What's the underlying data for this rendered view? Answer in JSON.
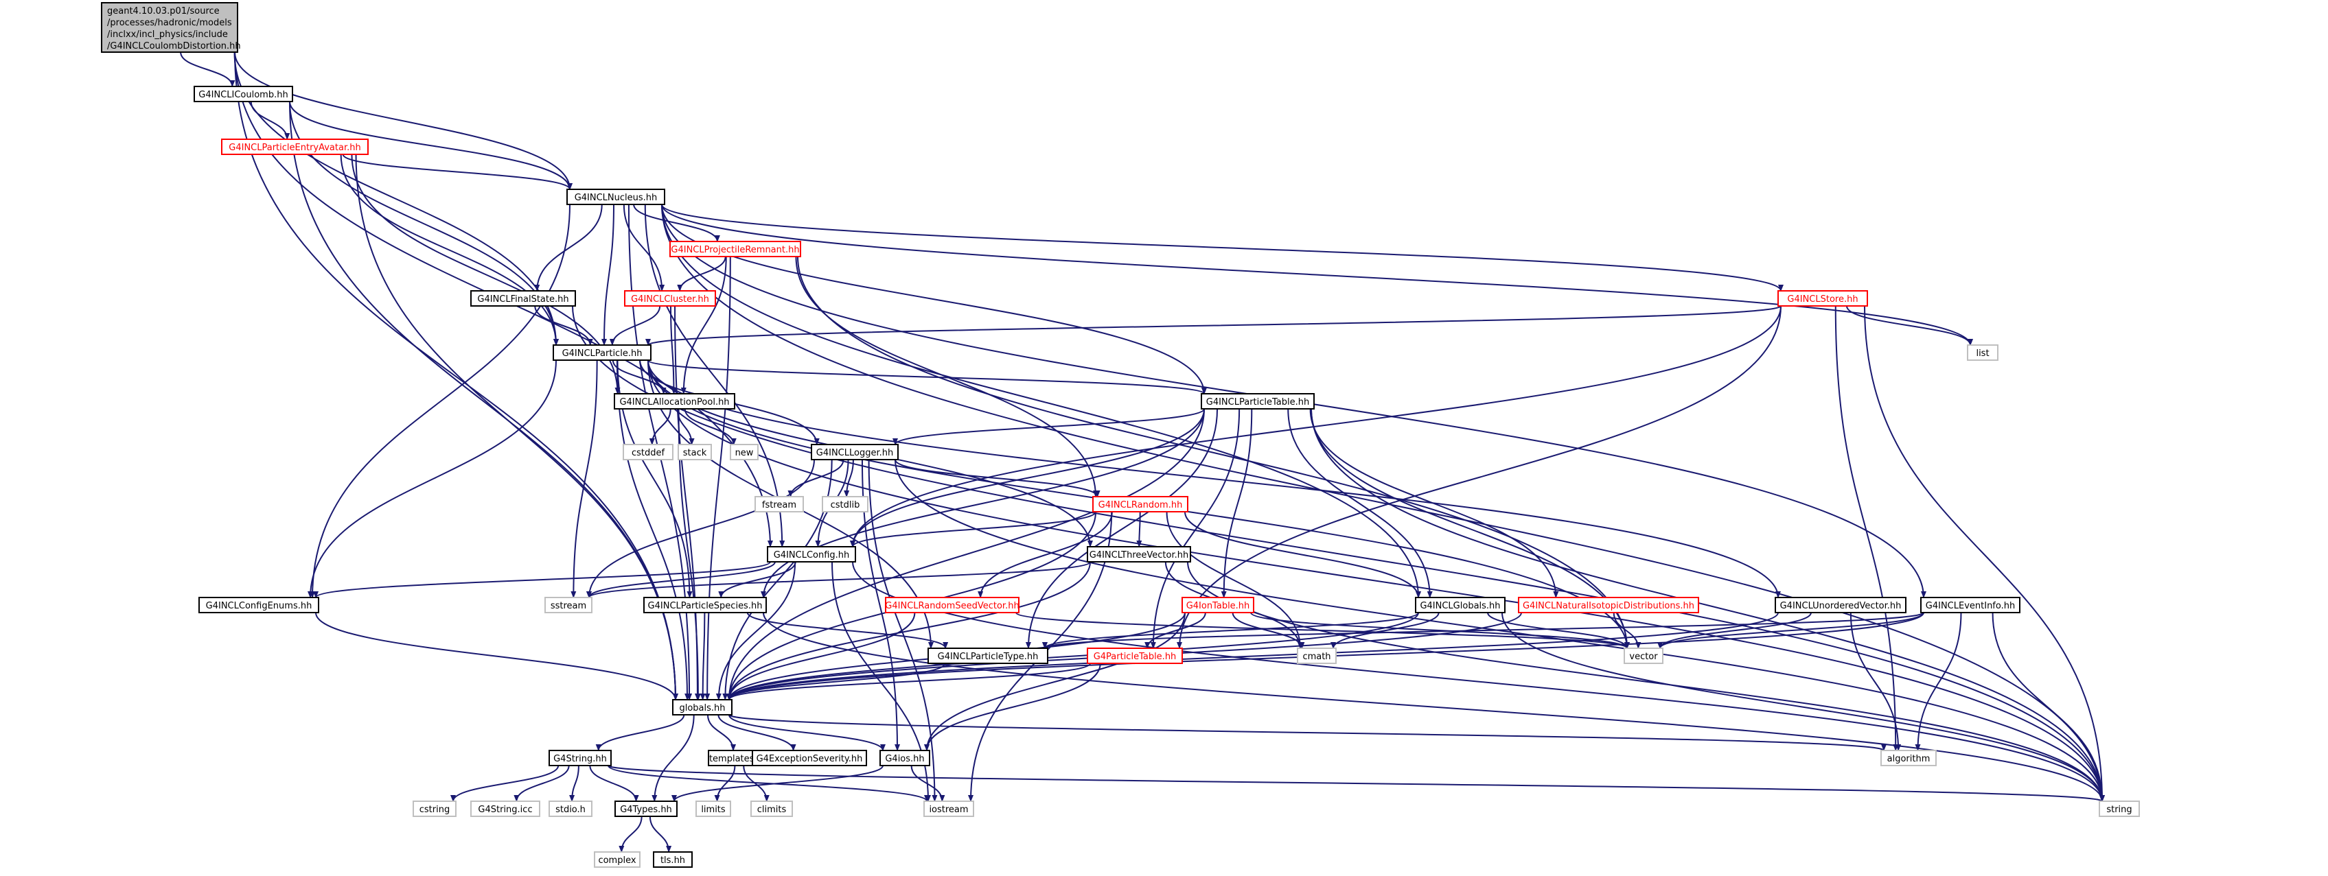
{
  "diagram": {
    "root": {
      "lines": [
        "geant4.10.03.p01/source",
        "/processes/hadronic/models",
        "/inclxx/incl_physics/include",
        "/G4INCLCoulombDistortion.hh"
      ]
    },
    "nodes": [
      {
        "id": "coulomb",
        "label": "G4INCLICoulomb.hh",
        "style": "normal"
      },
      {
        "id": "pea",
        "label": "G4INCLParticleEntryAvatar.hh",
        "style": "red"
      },
      {
        "id": "nucleus",
        "label": "G4INCLNucleus.hh",
        "style": "normal"
      },
      {
        "id": "projrem",
        "label": "G4INCLProjectileRemnant.hh",
        "style": "red"
      },
      {
        "id": "finalstate",
        "label": "G4INCLFinalState.hh",
        "style": "normal"
      },
      {
        "id": "cluster",
        "label": "G4INCLCluster.hh",
        "style": "red"
      },
      {
        "id": "store",
        "label": "G4INCLStore.hh",
        "style": "red"
      },
      {
        "id": "particle",
        "label": "G4INCLParticle.hh",
        "style": "normal"
      },
      {
        "id": "list",
        "label": "list",
        "style": "gray"
      },
      {
        "id": "alloc",
        "label": "G4INCLAllocationPool.hh",
        "style": "normal"
      },
      {
        "id": "ptable",
        "label": "G4INCLParticleTable.hh",
        "style": "normal"
      },
      {
        "id": "cstddef",
        "label": "cstddef",
        "style": "gray"
      },
      {
        "id": "stack",
        "label": "stack",
        "style": "gray"
      },
      {
        "id": "new",
        "label": "new",
        "style": "gray"
      },
      {
        "id": "logger",
        "label": "G4INCLLogger.hh",
        "style": "normal"
      },
      {
        "id": "fstream",
        "label": "fstream",
        "style": "gray"
      },
      {
        "id": "cstdlib",
        "label": "cstdlib",
        "style": "gray"
      },
      {
        "id": "random",
        "label": "G4INCLRandom.hh",
        "style": "red"
      },
      {
        "id": "config",
        "label": "G4INCLConfig.hh",
        "style": "normal"
      },
      {
        "id": "threevec",
        "label": "G4INCLThreeVector.hh",
        "style": "normal"
      },
      {
        "id": "sstream",
        "label": "sstream",
        "style": "gray"
      },
      {
        "id": "configenums",
        "label": "G4INCLConfigEnums.hh",
        "style": "normal"
      },
      {
        "id": "pspecies",
        "label": "G4INCLParticleSpecies.hh",
        "style": "normal"
      },
      {
        "id": "seedvec",
        "label": "G4INCLRandomSeedVector.hh",
        "style": "red"
      },
      {
        "id": "iontable",
        "label": "G4IonTable.hh",
        "style": "red"
      },
      {
        "id": "globals",
        "label": "G4INCLGlobals.hh",
        "style": "normal"
      },
      {
        "id": "natiso",
        "label": "G4INCLNaturalIsotopicDistributions.hh",
        "style": "red"
      },
      {
        "id": "unordered",
        "label": "G4INCLUnorderedVector.hh",
        "style": "normal"
      },
      {
        "id": "eventinfo",
        "label": "G4INCLEventInfo.hh",
        "style": "normal"
      },
      {
        "id": "ptype",
        "label": "G4INCLParticleType.hh",
        "style": "normal"
      },
      {
        "id": "g4ptable",
        "label": "G4ParticleTable.hh",
        "style": "red"
      },
      {
        "id": "cmath",
        "label": "cmath",
        "style": "gray"
      },
      {
        "id": "vector",
        "label": "vector",
        "style": "gray"
      },
      {
        "id": "globalshh",
        "label": "globals.hh",
        "style": "normal"
      },
      {
        "id": "algorithm",
        "label": "algorithm",
        "style": "gray"
      },
      {
        "id": "g4string",
        "label": "G4String.hh",
        "style": "normal"
      },
      {
        "id": "templates",
        "label": "templates.hh",
        "style": "normal"
      },
      {
        "id": "g4exc",
        "label": "G4ExceptionSeverity.hh",
        "style": "normal"
      },
      {
        "id": "g4ios",
        "label": "G4ios.hh",
        "style": "normal"
      },
      {
        "id": "cstring",
        "label": "cstring",
        "style": "gray"
      },
      {
        "id": "g4stringicc",
        "label": "G4String.icc",
        "style": "gray"
      },
      {
        "id": "stdioh",
        "label": "stdio.h",
        "style": "gray"
      },
      {
        "id": "g4types",
        "label": "G4Types.hh",
        "style": "normal"
      },
      {
        "id": "limits",
        "label": "limits",
        "style": "gray"
      },
      {
        "id": "climits",
        "label": "climits",
        "style": "gray"
      },
      {
        "id": "iostream",
        "label": "iostream",
        "style": "gray"
      },
      {
        "id": "string",
        "label": "string",
        "style": "gray"
      },
      {
        "id": "complex",
        "label": "complex",
        "style": "gray"
      },
      {
        "id": "tlshh",
        "label": "tls.hh",
        "style": "normal"
      }
    ],
    "edges": [
      [
        "root",
        "coulomb"
      ],
      [
        "root",
        "nucleus"
      ],
      [
        "root",
        "particle"
      ],
      [
        "root",
        "config"
      ],
      [
        "root",
        "globalshh"
      ],
      [
        "coulomb",
        "pea"
      ],
      [
        "coulomb",
        "nucleus"
      ],
      [
        "coulomb",
        "particle"
      ],
      [
        "coulomb",
        "globalshh"
      ],
      [
        "pea",
        "nucleus"
      ],
      [
        "pea",
        "particle"
      ],
      [
        "pea",
        "alloc"
      ],
      [
        "pea",
        "globalshh"
      ],
      [
        "nucleus",
        "projrem"
      ],
      [
        "nucleus",
        "finalstate"
      ],
      [
        "nucleus",
        "cluster"
      ],
      [
        "nucleus",
        "store"
      ],
      [
        "nucleus",
        "particle"
      ],
      [
        "nucleus",
        "ptable"
      ],
      [
        "nucleus",
        "list"
      ],
      [
        "nucleus",
        "config"
      ],
      [
        "nucleus",
        "configenums"
      ],
      [
        "nucleus",
        "globalshh"
      ],
      [
        "nucleus",
        "globals"
      ],
      [
        "nucleus",
        "eventinfo"
      ],
      [
        "nucleus",
        "string"
      ],
      [
        "projrem",
        "cluster"
      ],
      [
        "projrem",
        "alloc"
      ],
      [
        "projrem",
        "globalshh"
      ],
      [
        "projrem",
        "vector"
      ],
      [
        "projrem",
        "random"
      ],
      [
        "finalstate",
        "particle"
      ],
      [
        "finalstate",
        "string"
      ],
      [
        "cluster",
        "particle"
      ],
      [
        "cluster",
        "alloc"
      ],
      [
        "cluster",
        "globalshh"
      ],
      [
        "store",
        "particle"
      ],
      [
        "store",
        "list"
      ],
      [
        "store",
        "config"
      ],
      [
        "store",
        "algorithm"
      ],
      [
        "store",
        "string"
      ],
      [
        "store",
        "g4ptable"
      ],
      [
        "particle",
        "alloc"
      ],
      [
        "particle",
        "ptable"
      ],
      [
        "particle",
        "logger"
      ],
      [
        "particle",
        "pspecies"
      ],
      [
        "particle",
        "threevec"
      ],
      [
        "particle",
        "sstream"
      ],
      [
        "particle",
        "ptype"
      ],
      [
        "particle",
        "globalshh"
      ],
      [
        "particle",
        "unordered"
      ],
      [
        "particle",
        "vector"
      ],
      [
        "particle",
        "string"
      ],
      [
        "particle",
        "configenums"
      ],
      [
        "alloc",
        "cstddef"
      ],
      [
        "alloc",
        "stack"
      ],
      [
        "alloc",
        "new"
      ],
      [
        "alloc",
        "globalshh"
      ],
      [
        "ptable",
        "logger"
      ],
      [
        "ptable",
        "config"
      ],
      [
        "ptable",
        "globals"
      ],
      [
        "ptable",
        "natiso"
      ],
      [
        "ptable",
        "iontable"
      ],
      [
        "ptable",
        "g4ptable"
      ],
      [
        "ptable",
        "ptype"
      ],
      [
        "ptable",
        "pspecies"
      ],
      [
        "ptable",
        "globalshh"
      ],
      [
        "ptable",
        "string"
      ],
      [
        "ptable",
        "vector"
      ],
      [
        "logger",
        "fstream"
      ],
      [
        "logger",
        "cstdlib"
      ],
      [
        "logger",
        "random"
      ],
      [
        "logger",
        "config"
      ],
      [
        "logger",
        "sstream"
      ],
      [
        "logger",
        "globalshh"
      ],
      [
        "logger",
        "iostream"
      ],
      [
        "logger",
        "string"
      ],
      [
        "logger",
        "g4ios"
      ],
      [
        "random",
        "config"
      ],
      [
        "random",
        "threevec"
      ],
      [
        "random",
        "seedvec"
      ],
      [
        "random",
        "globals"
      ],
      [
        "random",
        "cmath"
      ],
      [
        "random",
        "globalshh"
      ],
      [
        "random",
        "iostream"
      ],
      [
        "config",
        "configenums"
      ],
      [
        "config",
        "pspecies"
      ],
      [
        "config",
        "sstream"
      ],
      [
        "config",
        "globalshh"
      ],
      [
        "config",
        "string"
      ],
      [
        "config",
        "iostream"
      ],
      [
        "threevec",
        "sstream"
      ],
      [
        "threevec",
        "cmath"
      ],
      [
        "threevec",
        "string"
      ],
      [
        "threevec",
        "globalshh"
      ],
      [
        "pspecies",
        "ptype"
      ],
      [
        "pspecies",
        "globalshh"
      ],
      [
        "pspecies",
        "string"
      ],
      [
        "seedvec",
        "vector"
      ],
      [
        "seedvec",
        "globalshh"
      ],
      [
        "iontable",
        "g4ptable"
      ],
      [
        "iontable",
        "cmath"
      ],
      [
        "iontable",
        "vector"
      ],
      [
        "iontable",
        "g4ios"
      ],
      [
        "iontable",
        "globalshh"
      ],
      [
        "globals",
        "cmath"
      ],
      [
        "globals",
        "string"
      ],
      [
        "globals",
        "vector"
      ],
      [
        "globals",
        "globalshh"
      ],
      [
        "globals",
        "ptype"
      ],
      [
        "natiso",
        "vector"
      ],
      [
        "natiso",
        "globalshh"
      ],
      [
        "unordered",
        "vector"
      ],
      [
        "unordered",
        "algorithm"
      ],
      [
        "unordered",
        "globalshh"
      ],
      [
        "eventinfo",
        "vector"
      ],
      [
        "eventinfo",
        "algorithm"
      ],
      [
        "eventinfo",
        "string"
      ],
      [
        "eventinfo",
        "globalshh"
      ],
      [
        "eventinfo",
        "ptype"
      ],
      [
        "ptype",
        "globalshh"
      ],
      [
        "g4ptable",
        "globalshh"
      ],
      [
        "g4ptable",
        "g4ios"
      ],
      [
        "configenums",
        "globalshh"
      ],
      [
        "globalshh",
        "g4string"
      ],
      [
        "globalshh",
        "templates"
      ],
      [
        "globalshh",
        "g4exc"
      ],
      [
        "globalshh",
        "g4ios"
      ],
      [
        "globalshh",
        "g4types"
      ],
      [
        "globalshh",
        "algorithm"
      ],
      [
        "g4string",
        "cstring"
      ],
      [
        "g4string",
        "g4stringicc"
      ],
      [
        "g4string",
        "stdioh"
      ],
      [
        "g4string",
        "g4types"
      ],
      [
        "g4string",
        "string"
      ],
      [
        "g4string",
        "iostream"
      ],
      [
        "templates",
        "limits"
      ],
      [
        "templates",
        "climits"
      ],
      [
        "g4ios",
        "g4types"
      ],
      [
        "g4ios",
        "iostream"
      ],
      [
        "g4types",
        "complex"
      ],
      [
        "g4types",
        "tlshh"
      ]
    ]
  }
}
